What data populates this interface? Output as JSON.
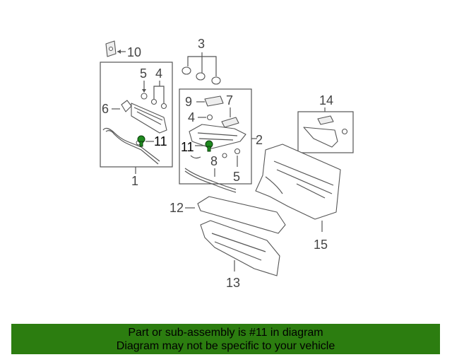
{
  "callouts": {
    "c1": "1",
    "c2": "2",
    "c3": "3",
    "c4a": "4",
    "c4b": "4",
    "c5a": "5",
    "c5b": "5",
    "c6": "6",
    "c7": "7",
    "c8": "8",
    "c9": "9",
    "c10": "10",
    "c11a": "11",
    "c11b": "11",
    "c12": "12",
    "c13": "13",
    "c14": "14",
    "c15": "15"
  },
  "footer": {
    "line1": "Part or sub-assembly is #11 in diagram",
    "line2": "Diagram may not be specific to your vehicle"
  },
  "colors": {
    "highlight": "#1f8a1f",
    "banner": "#2c7d10"
  }
}
